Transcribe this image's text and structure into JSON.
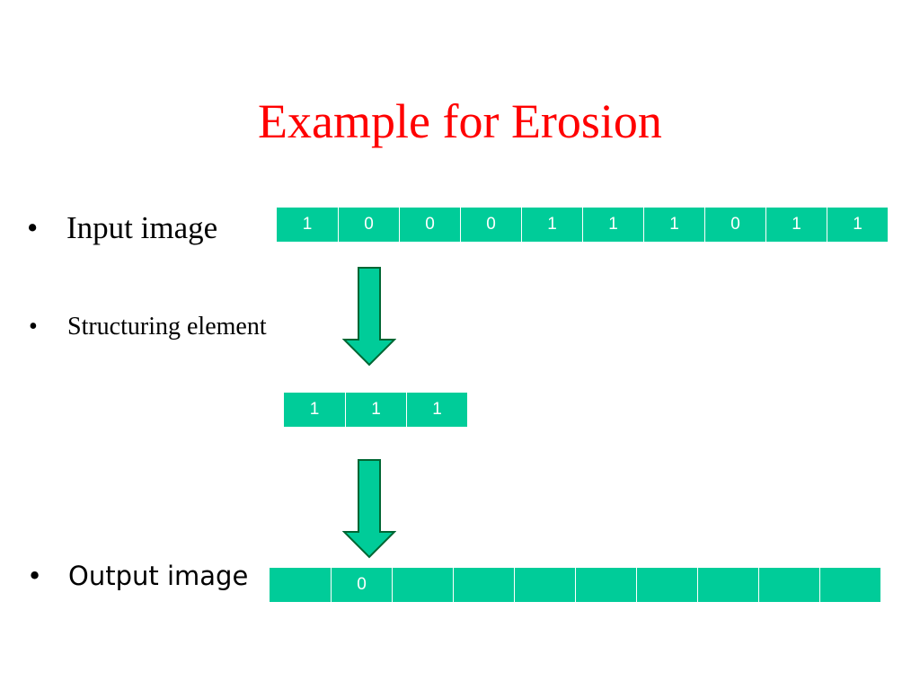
{
  "slide": {
    "title": "Example for Erosion",
    "bullet_char": "•"
  },
  "labels": {
    "input": "Input image",
    "structuring": "Structuring element",
    "output": "Output image"
  },
  "arrays": {
    "input": [
      "1",
      "0",
      "0",
      "0",
      "1",
      "1",
      "1",
      "0",
      "1",
      "1"
    ],
    "structuring": [
      "1",
      "1",
      "1"
    ],
    "output": [
      "",
      "0",
      "",
      "",
      "",
      "",
      "",
      "",
      "",
      ""
    ]
  },
  "icons": {
    "arrow_down_1": "arrow-down-icon",
    "arrow_down_2": "arrow-down-icon"
  },
  "colors": {
    "title": "#ff0000",
    "cell_fill": "#00cc99",
    "cell_text": "#ffffff",
    "arrow_fill": "#00cc99",
    "arrow_stroke": "#006633"
  }
}
